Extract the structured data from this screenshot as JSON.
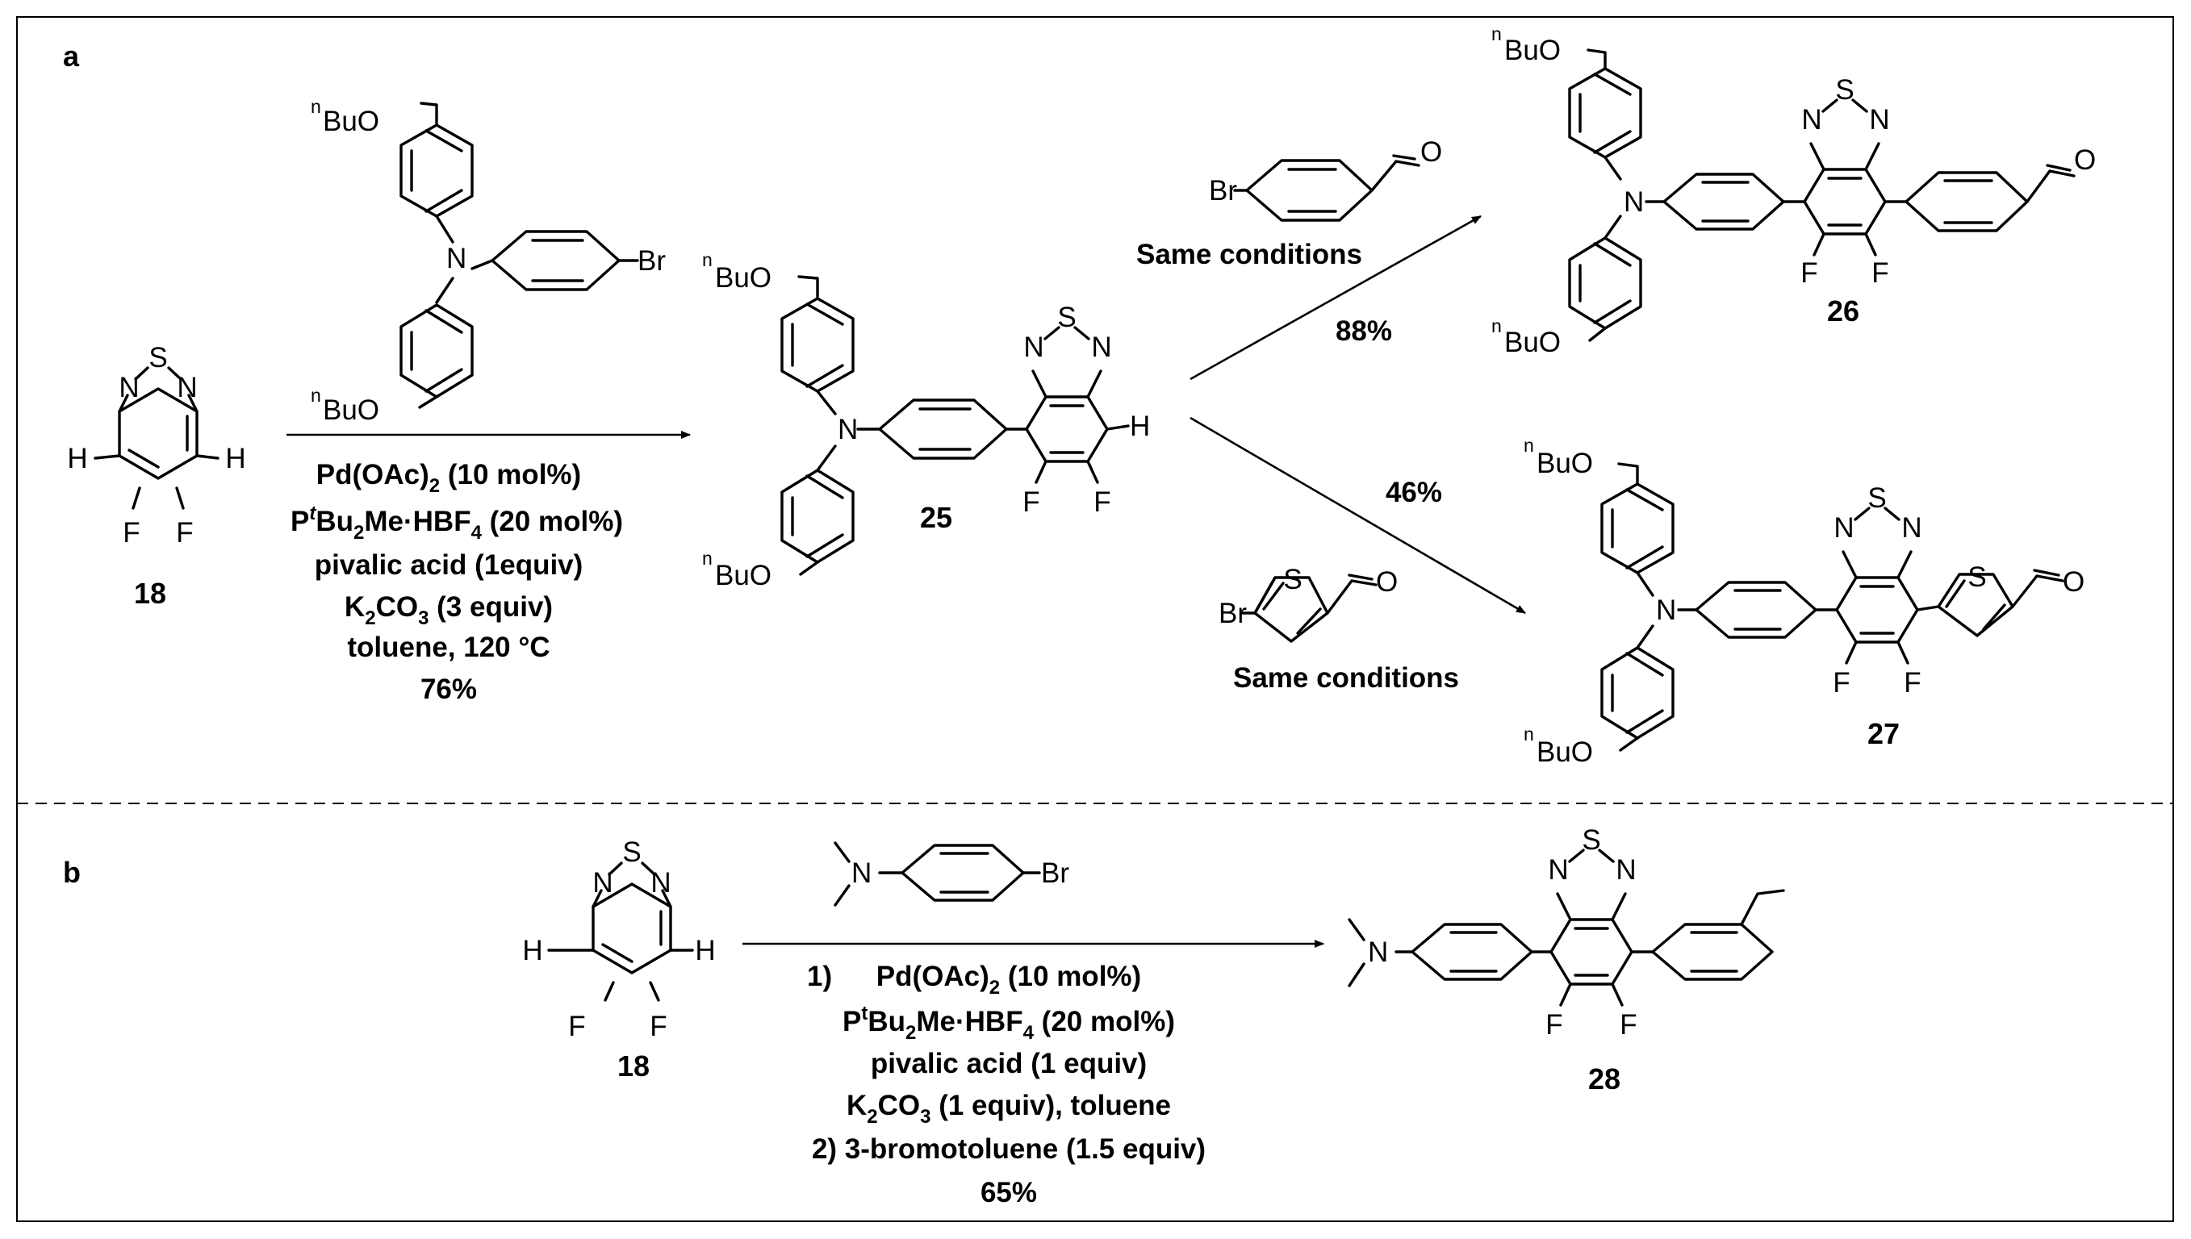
{
  "panels": {
    "a": "a",
    "b": "b"
  },
  "atoms": {
    "S": "S",
    "N": "N",
    "H": "H",
    "F": "F",
    "Br": "Br",
    "O": "O",
    "BuO": "BuO",
    "n": "n"
  },
  "compounds": {
    "c18": "18",
    "c25": "25",
    "c26": "26",
    "c27": "27",
    "c28": "28"
  },
  "panel_a": {
    "cond": {
      "pd": "Pd(OAc)",
      "sub2": "2",
      "pd_rest": " (10 mol%)",
      "p": "P",
      "t": "t",
      "bu": "Bu",
      "me_hbf": "Me·HBF",
      "sub4": "4",
      "p_rest": " (20 mol%)",
      "piv": "pivalic acid (1equiv)",
      "k": "K",
      "co": "CO",
      "sub3": "3",
      "k_rest": " (3 equiv)",
      "solvent": "toluene, 120 °C",
      "yield": "76%"
    },
    "same_top": "Same conditions",
    "yield_26": "88%",
    "yield_27": "46%",
    "same_bottom": "Same conditions"
  },
  "panel_b": {
    "step1": "1)",
    "pd": "Pd(OAc)",
    "sub2": "2",
    "pd_rest": " (10 mol%)",
    "p": "P",
    "t": "t",
    "bu": "Bu",
    "me_hbf": "Me·HBF",
    "sub4": "4",
    "p_rest": " (20 mol%)",
    "piv": "pivalic acid (1 equiv)",
    "k": "K",
    "co": "CO",
    "sub3": "3",
    "k_rest": " (1 equiv), toluene",
    "step2": "2)  3-bromotoluene (1.5 equiv)",
    "yield": "65%"
  }
}
